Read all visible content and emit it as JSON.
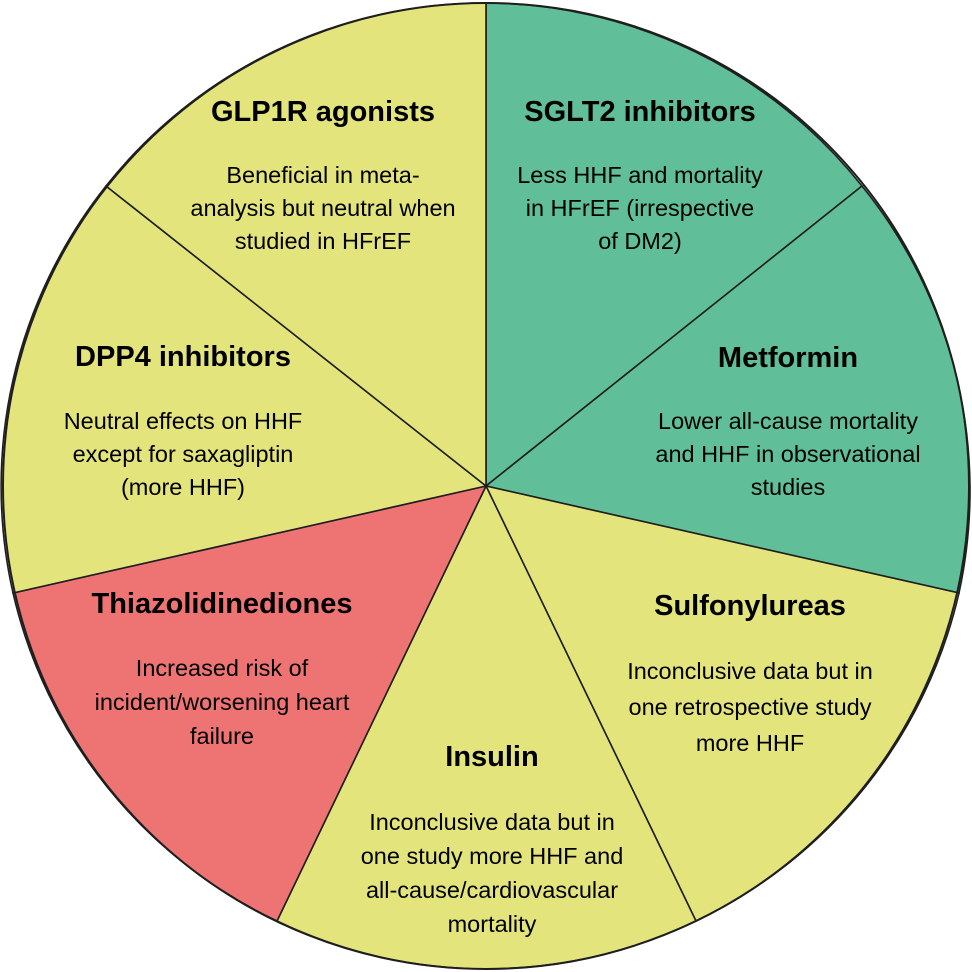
{
  "segments": [
    {
      "key": "sglt2",
      "title": "SGLT2 inhibitors",
      "lines": [
        "Less HHF and mortality",
        "in HFrEF (irrespective",
        "of DM2)"
      ],
      "color": "#60bf98"
    },
    {
      "key": "metformin",
      "title": "Metformin",
      "lines": [
        "Lower all-cause mortality",
        "and HHF in observational",
        "studies"
      ],
      "color": "#60bf98"
    },
    {
      "key": "sulfonylureas",
      "title": "Sulfonylureas",
      "lines": [
        "Inconclusive data but in",
        "one retrospective study",
        "more HHF"
      ],
      "color": "#e3e57c"
    },
    {
      "key": "insulin",
      "title": "Insulin",
      "lines": [
        "Inconclusive data but in",
        "one study more HHF and",
        "all-cause/cardiovascular",
        "mortality"
      ],
      "color": "#e3e57c"
    },
    {
      "key": "thiazolidinediones",
      "title": "Thiazolidinediones",
      "lines": [
        "Increased risk of",
        "incident/worsening heart",
        "failure"
      ],
      "color": "#ee7474"
    },
    {
      "key": "dpp4",
      "title": "DPP4 inhibitors",
      "lines": [
        "Neutral effects on HHF",
        "except for saxagliptin",
        "(more HHF)"
      ],
      "color": "#e3e57c"
    },
    {
      "key": "glp1r",
      "title": "GLP1R agonists",
      "lines": [
        "Beneficial in meta-",
        "analysis but neutral when",
        "studied in HFrEF"
      ],
      "color": "#e3e57c"
    }
  ]
}
